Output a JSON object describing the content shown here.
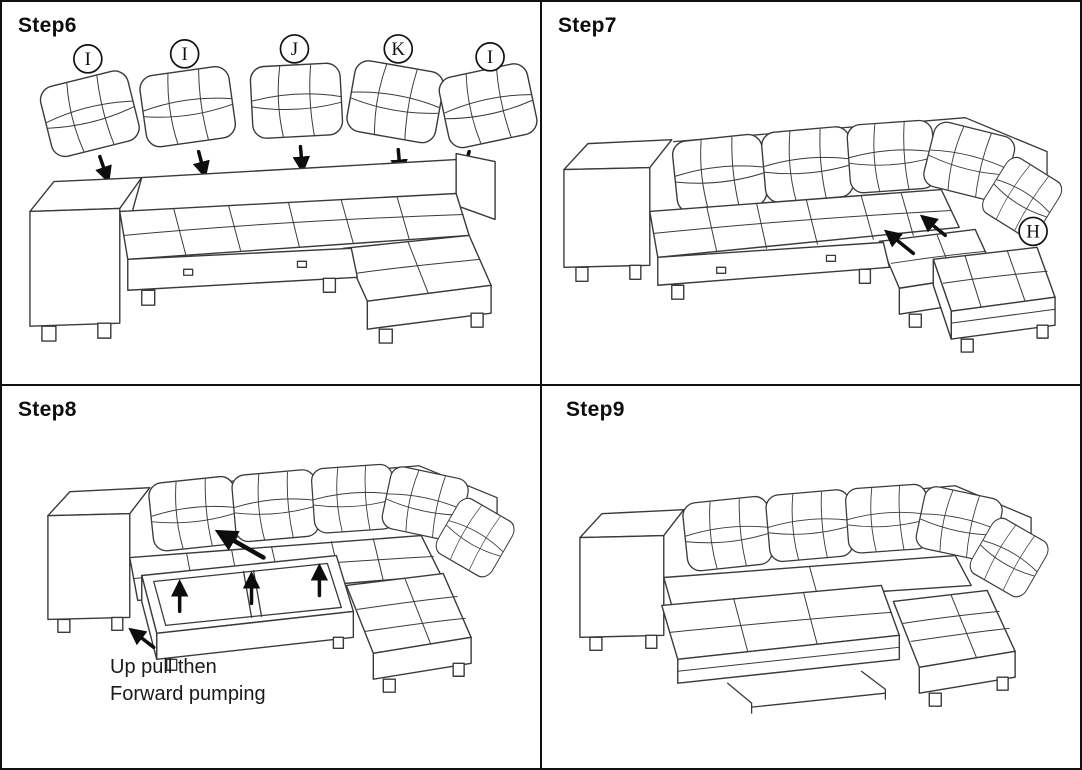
{
  "style": {
    "ink_color": "#3a3a3a",
    "arrow_color": "#0d0d0d",
    "border_color": "#111111",
    "background": "#ffffff"
  },
  "panels": {
    "step6": {
      "title": "Step6",
      "cushion_labels": [
        "I",
        "I",
        "J",
        "K",
        "I"
      ]
    },
    "step7": {
      "title": "Step7",
      "ottoman_label": "H"
    },
    "step8": {
      "title": "Step8",
      "instruction_line1": "Up pull then",
      "instruction_line2": "Forward pumping"
    },
    "step9": {
      "title": "Step9"
    }
  }
}
